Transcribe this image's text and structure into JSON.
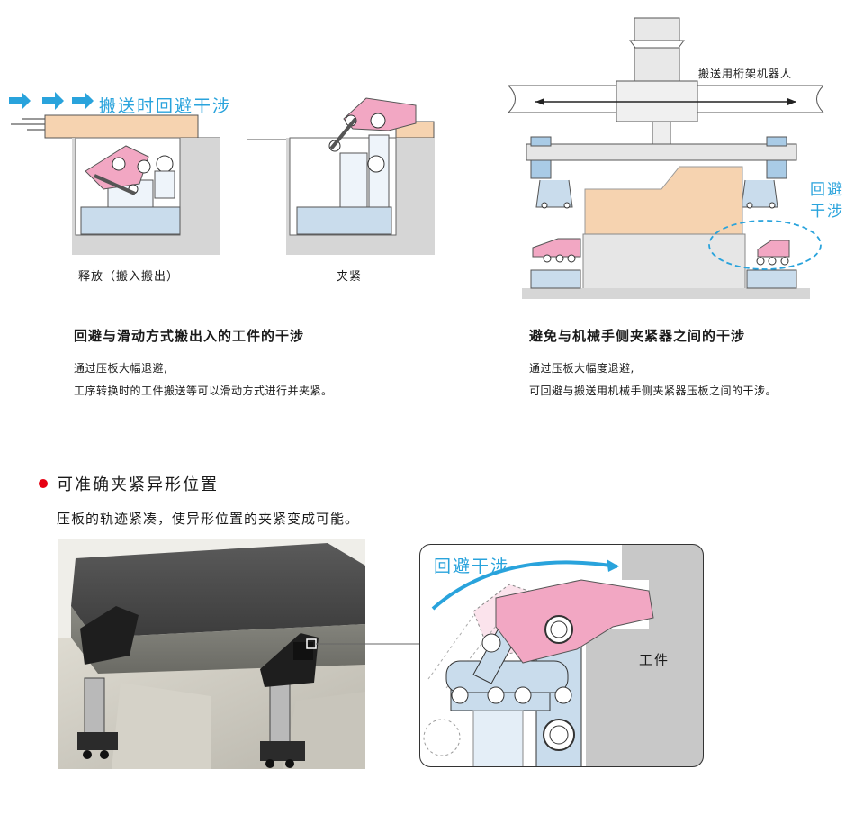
{
  "top_left": {
    "arrow_label": "搬送时回避干涉",
    "caption_release": "释放（搬入搬出）",
    "caption_clamp": "夹紧",
    "heading": "回避与滑动方式搬出入的工件的干涉",
    "desc": [
      "通过压板大幅退避,",
      "工序转换时的工件搬送等可以滑动方式进行并夹紧。"
    ]
  },
  "top_right": {
    "robot_label": "搬送用桁架机器人",
    "avoid_label_1": "回避",
    "avoid_label_2": "干涉",
    "heading": "避免与机械手侧夹紧器之间的干涉",
    "desc": [
      "通过压板大幅度退避,",
      "可回避与搬送用机械手侧夹紧器压板之间的干涉。"
    ]
  },
  "section": {
    "title": "可准确夹紧异形位置",
    "subtitle": "压板的轨迹紧凑，使异形位置的夹紧变成可能。"
  },
  "detail": {
    "avoid_label": "回避干涉",
    "workpiece_label": "工件"
  },
  "colors": {
    "accent_blue": "#29a3dc",
    "arm_pink": "#f2a7c3",
    "workpiece_tan": "#f6d3b0",
    "steel_blue": "#c9dcec",
    "bullet_red": "#e60012"
  }
}
